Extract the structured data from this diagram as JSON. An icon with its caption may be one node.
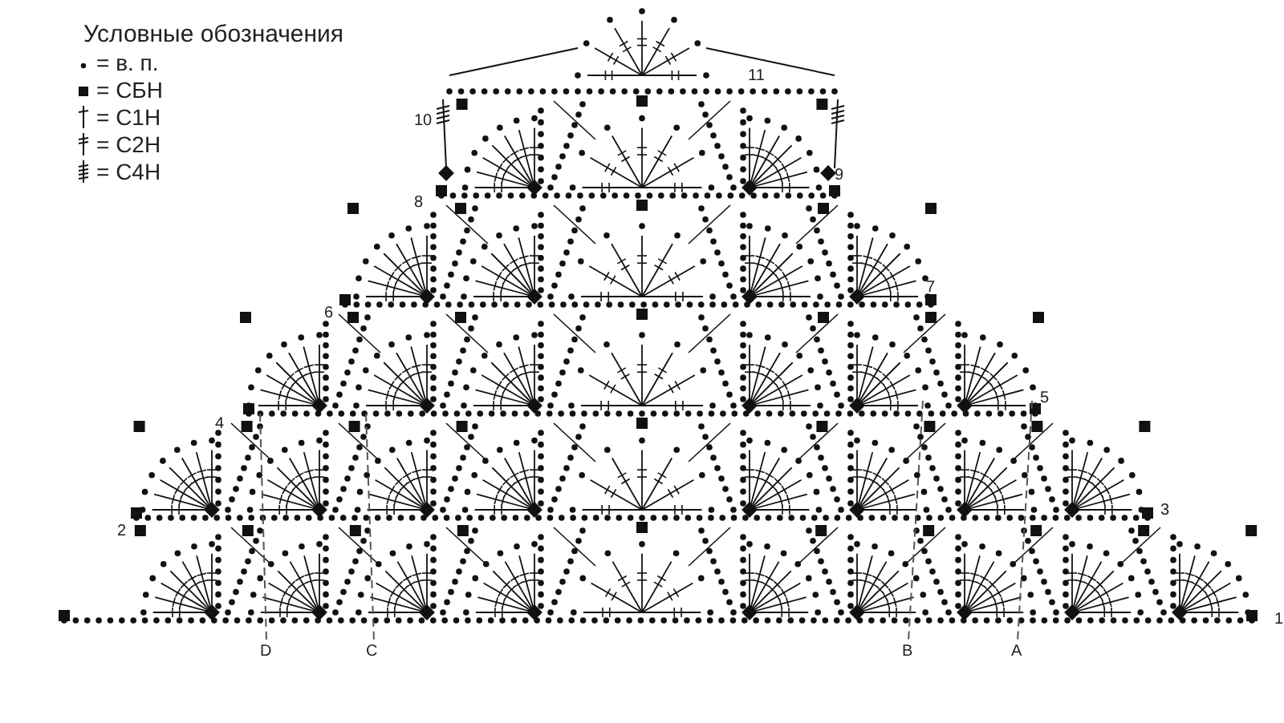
{
  "diagram": {
    "title": "Условные обозначения",
    "labels": [
      "11",
      "10",
      "9",
      "8",
      "7",
      "6",
      "5",
      "4",
      "3",
      "2",
      "1",
      "D",
      "C",
      "B",
      "A"
    ],
    "legend": [
      {
        "text": "= в. п."
      },
      {
        "text": "= СБН"
      },
      {
        "text": "= С1Н"
      },
      {
        "text": "= С2Н"
      },
      {
        "text": "= С4Н"
      }
    ]
  }
}
